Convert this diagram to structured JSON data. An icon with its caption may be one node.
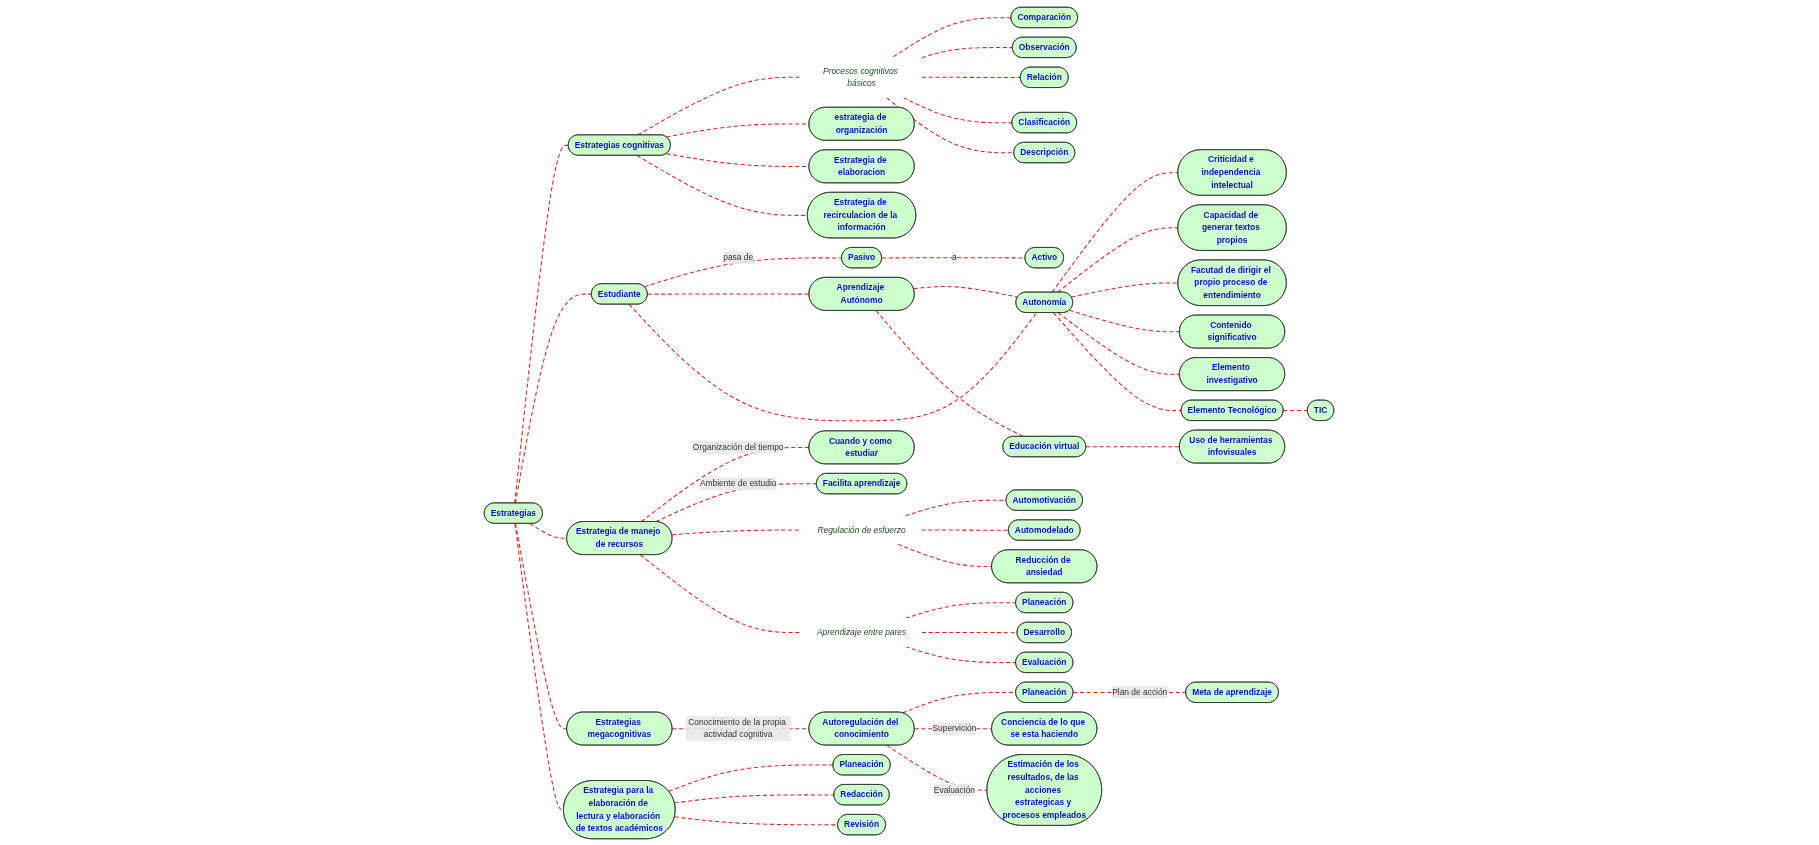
{
  "diagram": {
    "nodes": [
      {
        "text": [
          "Comparación"
        ]
      },
      {
        "text": [
          "Observación"
        ]
      },
      {
        "text": [
          "estrategia de organización"
        ]
      },
      {
        "text": [
          "Estrategia de elaboracion"
        ]
      },
      {
        "text": [
          "Estrategia de recirculacion de la información"
        ]
      },
      {
        "text": [
          "Pasivo"
        ]
      },
      {
        "text": [
          "Activo"
        ]
      },
      {
        "text": [
          "Relación"
        ]
      },
      {
        "text": [
          "Procesos cognitivos básicos"
        ]
      },
      {
        "text": [
          "Estrategias cognitivas"
        ]
      },
      {
        "text": [
          "Clasificación"
        ]
      },
      {
        "text": [
          "Descripción"
        ]
      },
      {
        "text": [
          "Estudiante"
        ]
      },
      {
        "text": [
          "Criticidad e independencia intelectual"
        ]
      },
      {
        "text": [
          "Capacidad de generar textos propios"
        ]
      },
      {
        "text": [
          "Estrategias"
        ]
      },
      {
        "text": [
          "Cuando y como estudiar"
        ]
      },
      {
        "text": [
          "Estrategia de manejo de recursos"
        ]
      },
      {
        "text": [
          "Estrategia para la elaboración de lectura y elaboración de textos académicos"
        ]
      },
      {
        "text": [
          "Facilita aprendizaje"
        ]
      },
      {
        "text": [
          "Autonomía"
        ]
      },
      {
        "text": [
          "Facutad de dirigir el propio proceso de entendimiento"
        ]
      },
      {
        "text": [
          "Aprendizaje Autónomo"
        ]
      },
      {
        "text": [
          "Estrategias megacognitivas"
        ]
      },
      {
        "text": [
          "Automotivación"
        ]
      },
      {
        "text": [
          "Regulación de esfuerzo"
        ]
      },
      {
        "text": [
          "Aprendizaje entre pares"
        ]
      },
      {
        "text": [
          "Elemento Tecnológico"
        ]
      },
      {
        "text": [
          "Contenido significativo"
        ]
      },
      {
        "text": [
          "Planeación"
        ]
      },
      {
        "text": [
          "Revisión"
        ]
      },
      {
        "text": [
          "Autoregulación del conocimiento"
        ]
      },
      {
        "text": [
          "Redacción"
        ]
      },
      {
        "text": [
          "Automodelado"
        ]
      },
      {
        "text": [
          "Elemento investigativo"
        ]
      },
      {
        "text": [
          "Educación virtual"
        ]
      },
      {
        "text": [
          "TIC"
        ]
      },
      {
        "text": [
          "Planeación"
        ]
      },
      {
        "text": [
          "Evaluación"
        ]
      },
      {
        "text": [
          "Planeación"
        ]
      },
      {
        "text": [
          "Reducción de ansiedad"
        ]
      },
      {
        "text": [
          "Desarrollo"
        ]
      },
      {
        "text": [
          "Uso de herramientas infovisuales"
        ]
      },
      {
        "text": [
          "Estimación de los resultados, de las acciones estrategicas y procesos empleados"
        ]
      },
      {
        "text": [
          "Meta de aprendizaje"
        ]
      },
      {
        "text": [
          "Conciencia de lo que se esta haciendo"
        ]
      }
    ],
    "edges": [
      {
        "from": 9,
        "to": 8,
        "arrow": "none",
        "style": "dashed"
      },
      {
        "from": 8,
        "to": 0,
        "arrow": "none",
        "style": "dashed"
      },
      {
        "from": 8,
        "to": 1,
        "arrow": "none",
        "style": "dashed"
      },
      {
        "from": 8,
        "to": 7,
        "arrow": "none",
        "style": "dashed"
      },
      {
        "from": 8,
        "to": 10,
        "arrow": "none",
        "style": "dashed"
      },
      {
        "from": 8,
        "to": 11,
        "arrow": "none",
        "style": "dashed"
      },
      {
        "from": 9,
        "to": 2,
        "arrow": "none",
        "style": "dashed"
      },
      {
        "from": 9,
        "to": 3,
        "arrow": "none",
        "style": "dashed"
      },
      {
        "from": 9,
        "to": 4,
        "arrow": "none",
        "style": "dashed"
      },
      {
        "from": 5,
        "to": 6,
        "label": "a",
        "arrow": "none",
        "style": "dashed"
      },
      {
        "from": 12,
        "to": 5,
        "label": "pasa de",
        "arrow": "none",
        "style": "dashed"
      },
      {
        "from": 15,
        "to": 9,
        "arrow": "none",
        "style": "dashed"
      },
      {
        "from": 15,
        "to": 12,
        "arrow": "none",
        "style": "dashed"
      },
      {
        "from": 12,
        "to": 22,
        "arrow": "none",
        "style": "dashed"
      },
      {
        "from": 12,
        "to": 20,
        "arrow": "none",
        "style": "dashed"
      },
      {
        "from": 22,
        "to": 20,
        "arrow": "none",
        "style": "dashed"
      },
      {
        "from": 20,
        "to": 13,
        "arrow": "none",
        "style": "dashed"
      },
      {
        "from": 20,
        "to": 14,
        "arrow": "none",
        "style": "dashed"
      },
      {
        "from": 20,
        "to": 21,
        "arrow": "none",
        "style": "dashed"
      },
      {
        "from": 20,
        "to": 28,
        "arrow": "none",
        "style": "dashed"
      },
      {
        "from": 20,
        "to": 34,
        "arrow": "none",
        "style": "dashed"
      },
      {
        "from": 20,
        "to": 27,
        "arrow": "none",
        "style": "dashed"
      },
      {
        "from": 27,
        "to": 36,
        "arrow": "none",
        "style": "dashed"
      },
      {
        "from": 22,
        "to": 35,
        "arrow": "none",
        "style": "dashed"
      },
      {
        "from": 35,
        "to": 42,
        "arrow": "none",
        "style": "dashed"
      },
      {
        "from": 15,
        "to": 17,
        "arrow": "none",
        "style": "dashed"
      },
      {
        "from": 15,
        "to": 23,
        "arrow": "none",
        "style": "dashed"
      },
      {
        "from": 15,
        "to": 18,
        "arrow": "none",
        "style": "dashed"
      },
      {
        "from": 17,
        "to": 16,
        "label": "Organización del tiempo",
        "arrow": "none",
        "style": "dashed"
      },
      {
        "from": 17,
        "to": 19,
        "label": "Ambiente de estudio",
        "arrow": "none",
        "style": "dashed"
      },
      {
        "from": 17,
        "to": 25,
        "arrow": "none",
        "style": "dashed"
      },
      {
        "from": 25,
        "to": 24,
        "arrow": "none",
        "style": "dashed"
      },
      {
        "from": 25,
        "to": 33,
        "arrow": "none",
        "style": "dashed"
      },
      {
        "from": 25,
        "to": 40,
        "arrow": "none",
        "style": "dashed"
      },
      {
        "from": 17,
        "to": 26,
        "arrow": "none",
        "style": "dashed"
      },
      {
        "from": 26,
        "to": 37,
        "arrow": "none",
        "style": "dashed"
      },
      {
        "from": 26,
        "to": 41,
        "arrow": "none",
        "style": "dashed"
      },
      {
        "from": 26,
        "to": 38,
        "arrow": "none",
        "style": "dashed"
      },
      {
        "from": 23,
        "to": 31,
        "label": "Conocimiento de la propia actividad cognitiva",
        "arrow": "none",
        "style": "dashed"
      },
      {
        "from": 31,
        "to": 39,
        "arrow": "none",
        "style": "dashed"
      },
      {
        "from": 39,
        "to": 44,
        "label": "Plan de acción",
        "arrow": "none",
        "style": "dashed"
      },
      {
        "from": 31,
        "to": 45,
        "label": "Supervición",
        "arrow": "none",
        "style": "dashed"
      },
      {
        "from": 31,
        "to": 43,
        "label": "Evaluación",
        "arrow": "none",
        "style": "dashed"
      },
      {
        "from": 18,
        "to": 29,
        "arrow": "none",
        "style": "dashed"
      },
      {
        "from": 18,
        "to": 32,
        "arrow": "none",
        "style": "dashed"
      },
      {
        "from": 18,
        "to": 30,
        "arrow": "none",
        "style": "dashed"
      }
    ]
  }
}
